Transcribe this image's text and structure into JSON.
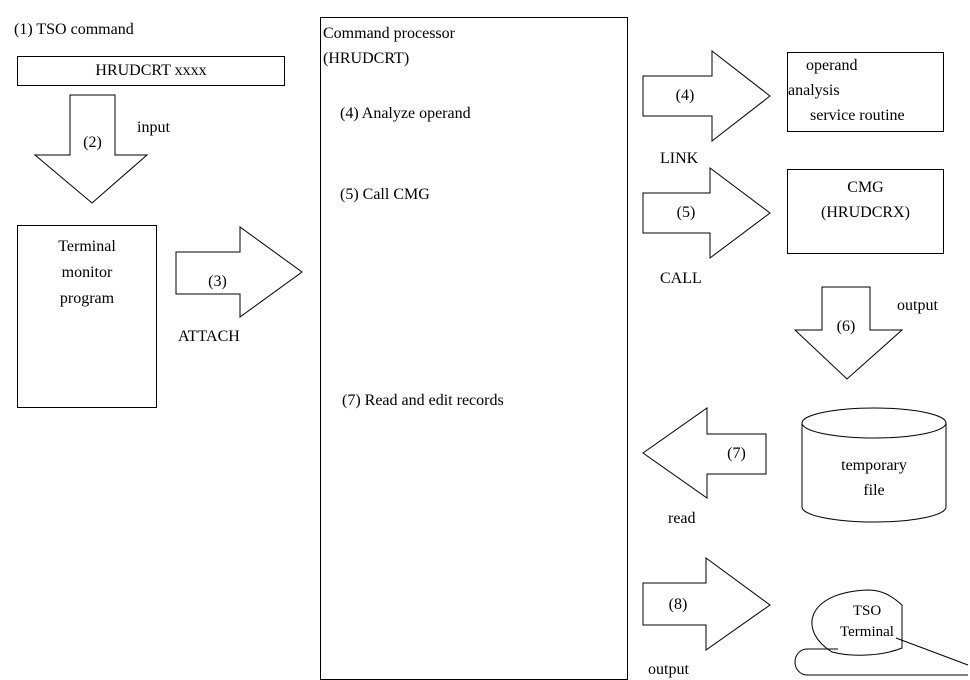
{
  "tso_command": {
    "heading": "(1) TSO command",
    "command_text": "HRUDCRT xxxx"
  },
  "input_arrow": {
    "number": "(2)",
    "label": "input"
  },
  "terminal_monitor": {
    "line1": "Terminal",
    "line2": "monitor",
    "line3": "program"
  },
  "attach_arrow": {
    "number": "(3)",
    "label": "ATTACH"
  },
  "command_processor": {
    "title_line1": "Command processor",
    "title_line2": "(HRUDCRT)",
    "step4": "(4) Analyze operand",
    "step5": "(5) Call CMG",
    "step7": "(7)  Read and edit records"
  },
  "link_arrow": {
    "number": "(4)",
    "label": "LINK"
  },
  "operand_routine": {
    "line1": "operand",
    "line2": "analysis",
    "line3": "service routine"
  },
  "call_arrow": {
    "number": "(5)",
    "label": "CALL"
  },
  "cmg": {
    "line1": "CMG",
    "line2": "(HRUDCRX)"
  },
  "output_arrow_6": {
    "number": "(6)",
    "label": "output"
  },
  "temporary_file": {
    "line1": "temporary",
    "line2": "file"
  },
  "read_arrow": {
    "number": "(7)",
    "label": "read"
  },
  "output_arrow_8": {
    "number": "(8)",
    "label": "output"
  },
  "tso_terminal": {
    "line1": "TSO",
    "line2": "Terminal"
  }
}
